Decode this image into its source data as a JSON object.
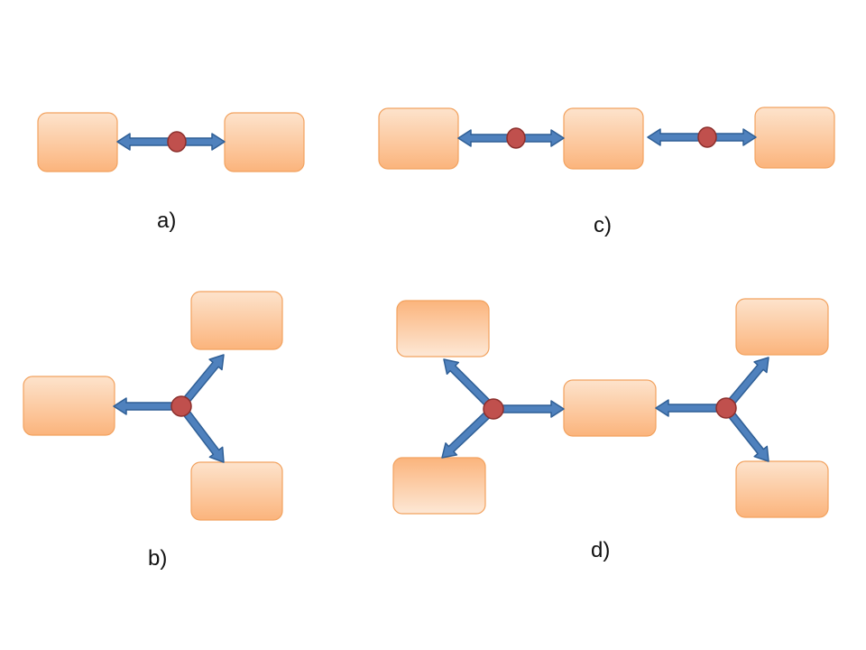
{
  "colors": {
    "box_top": "#fde3cc",
    "box_bottom": "#fbb47c",
    "box_stroke": "#f2a25f",
    "arrow_fill": "#4f81bd",
    "arrow_stroke": "#2f5f96",
    "node_fill": "#c0504d",
    "node_stroke": "#8c2f2c"
  },
  "panels": {
    "a": {
      "label": "a)",
      "boxes": 2,
      "connectors": 1
    },
    "b": {
      "label": "b)",
      "boxes": 3,
      "connectors": 1
    },
    "c": {
      "label": "c)",
      "boxes": 3,
      "connectors": 2
    },
    "d": {
      "label": "d)",
      "boxes": 5,
      "connectors": 2
    }
  }
}
